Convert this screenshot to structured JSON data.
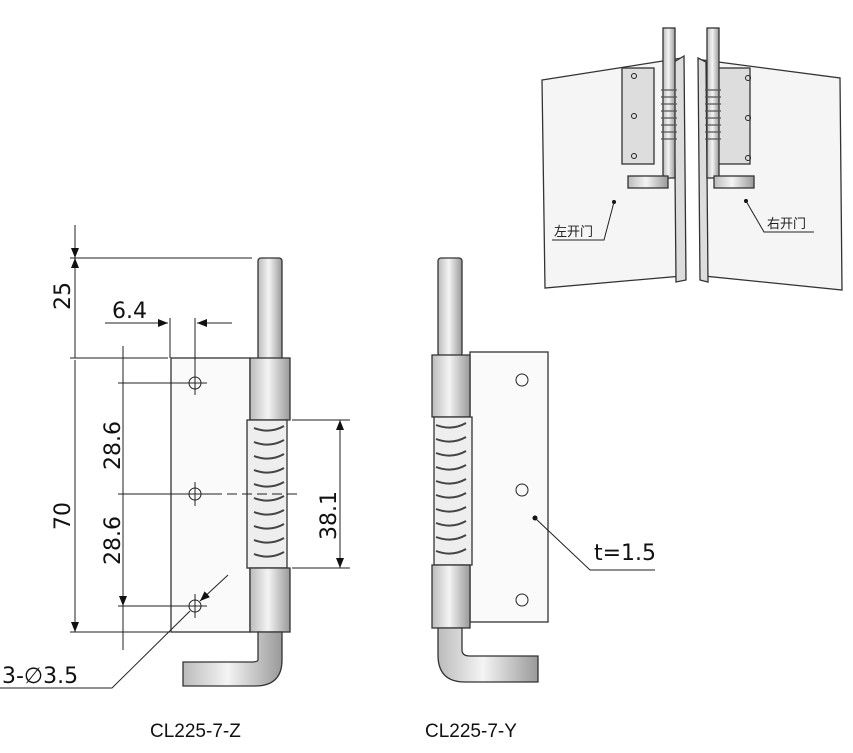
{
  "dimensions": {
    "top_pin": "25",
    "edge_offset": "6.4",
    "total_height": "70",
    "hole_pitch_upper": "28.6",
    "hole_pitch_lower": "28.6",
    "spring_length": "38.1",
    "holes": "3-∅3.5",
    "thickness": "t=1.5"
  },
  "captions": {
    "left_model": "CL225-7-Z",
    "right_model": "CL225-7-Y"
  },
  "iso_view": {
    "left_door": "左开门",
    "right_door": "右开门"
  }
}
